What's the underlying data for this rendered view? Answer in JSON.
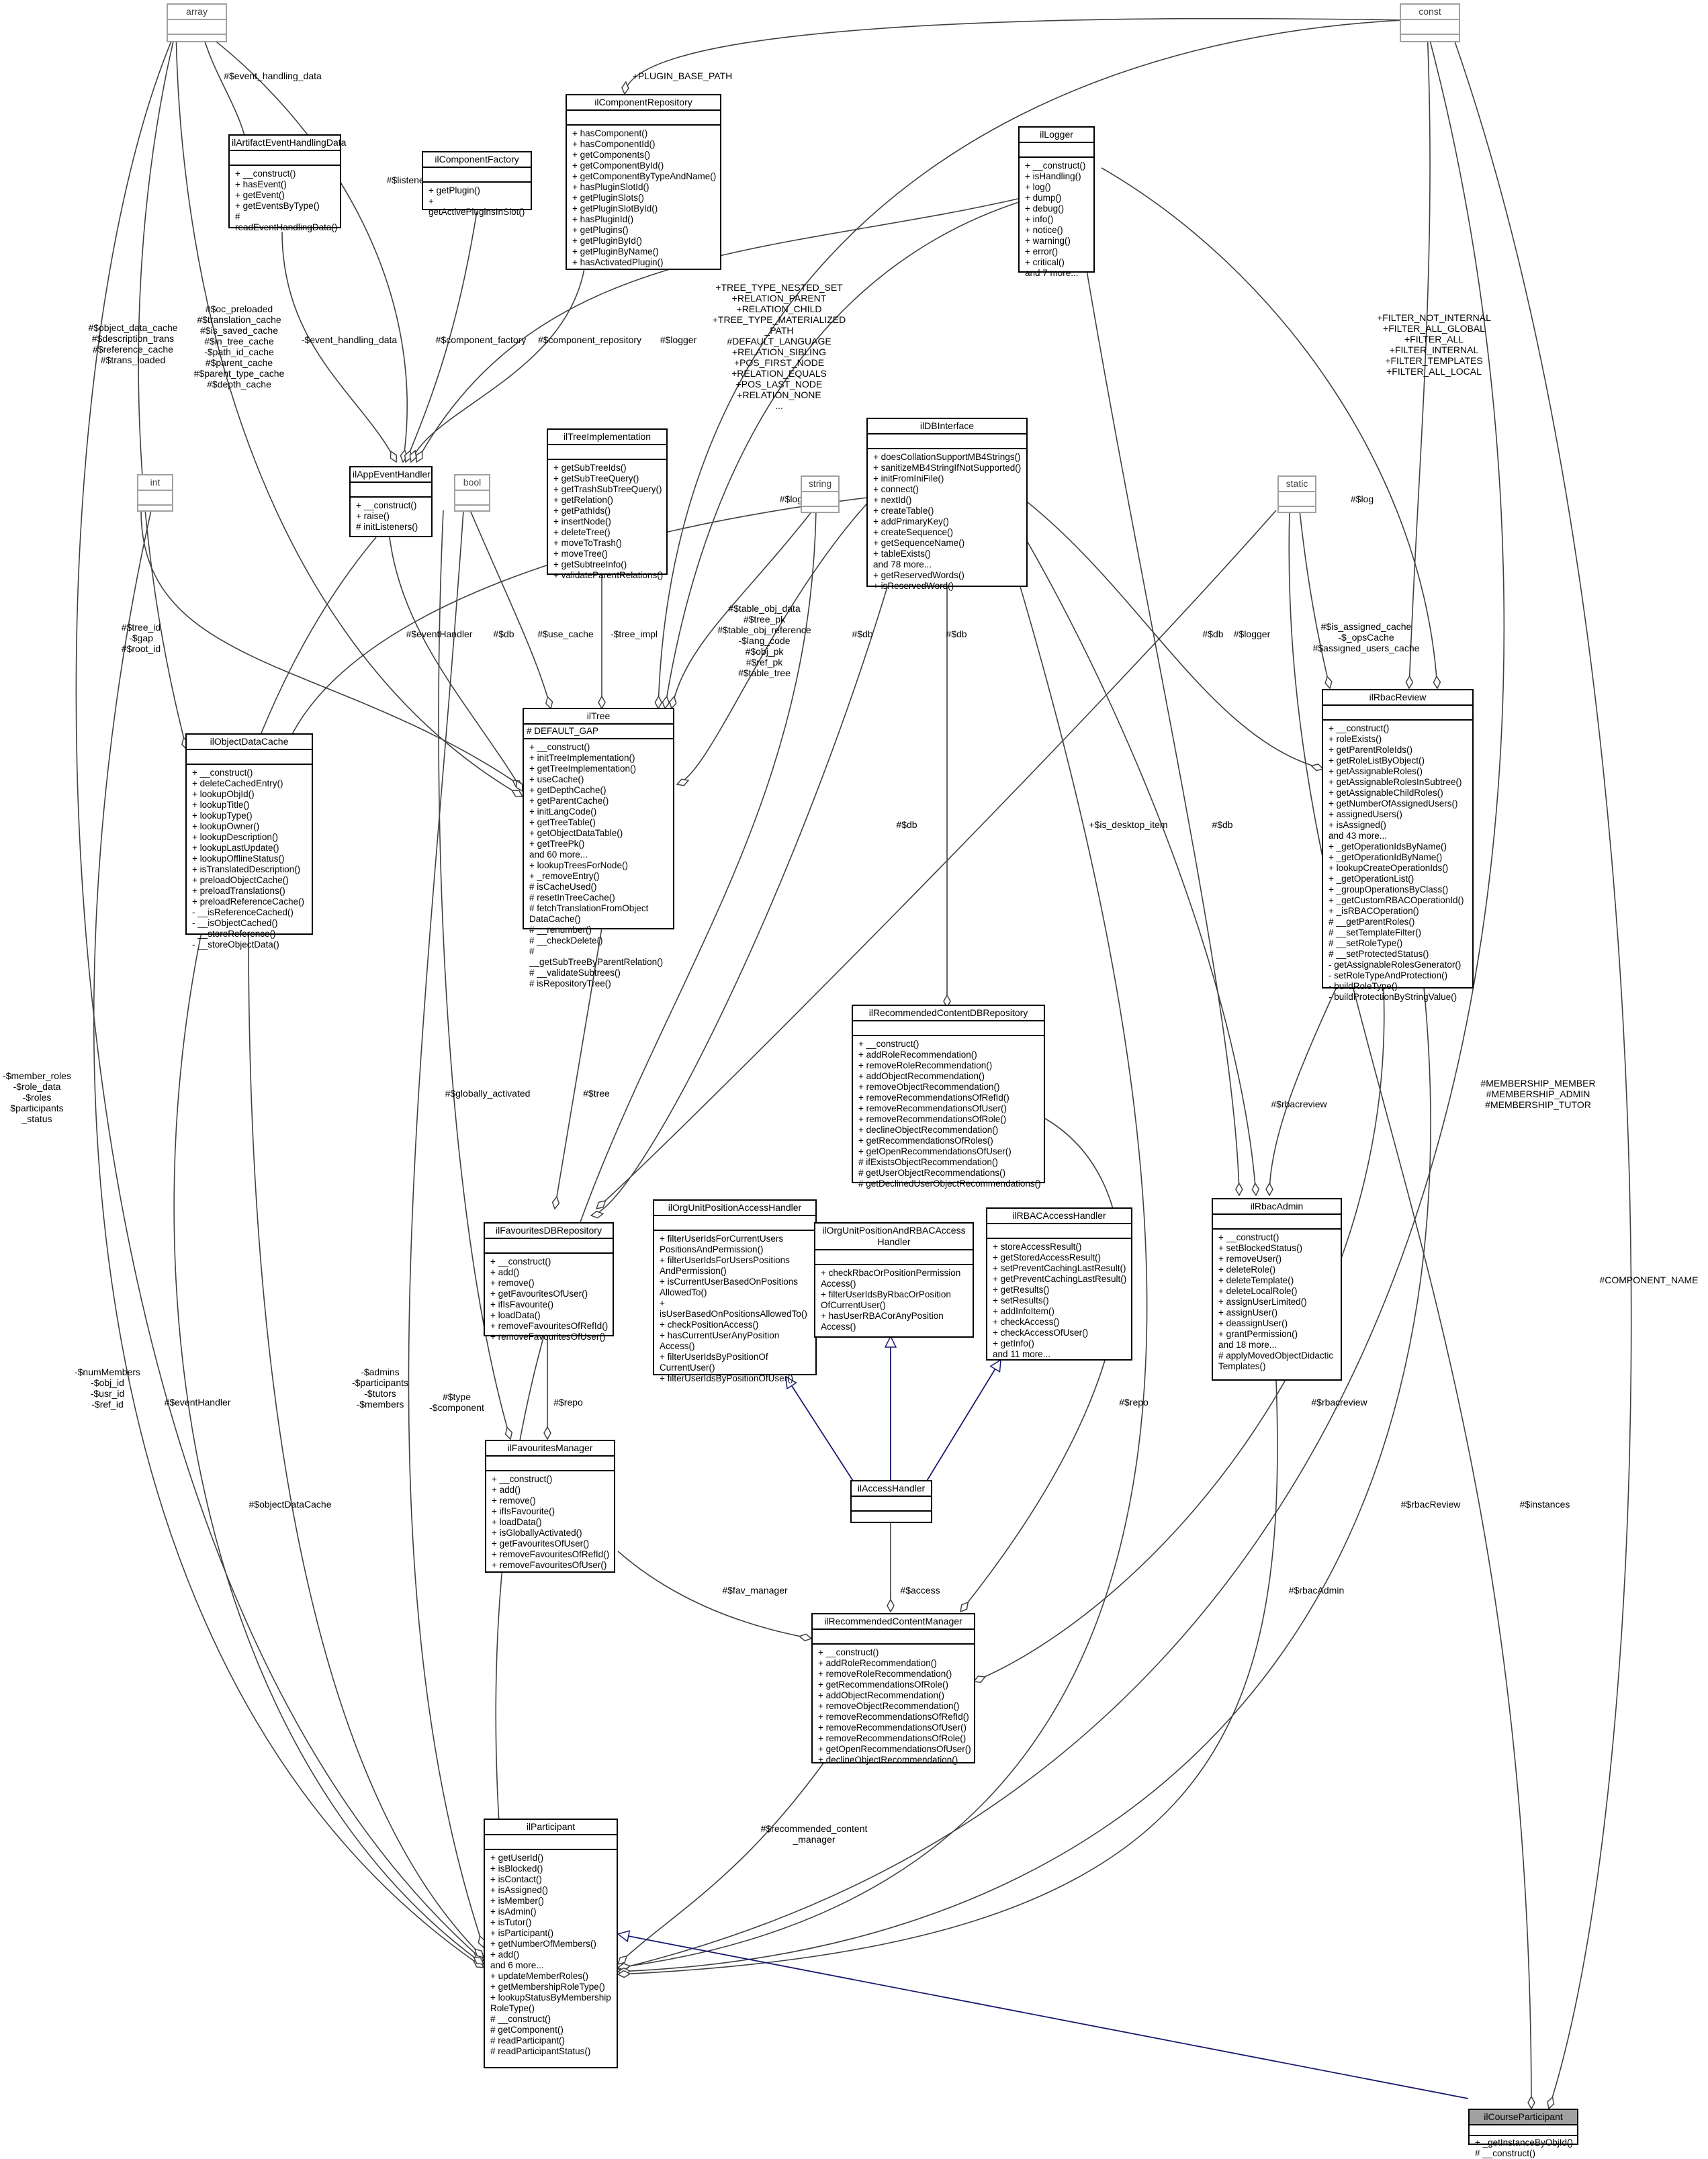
{
  "diagram": {
    "classes": {
      "array": {
        "name": "array",
        "attrs": "",
        "methods": ""
      },
      "const": {
        "name": "const",
        "attrs": "",
        "methods": ""
      },
      "int": {
        "name": "int",
        "attrs": "",
        "methods": ""
      },
      "bool": {
        "name": "bool",
        "attrs": "",
        "methods": ""
      },
      "string": {
        "name": "string",
        "attrs": "",
        "methods": ""
      },
      "static": {
        "name": "static",
        "attrs": "",
        "methods": ""
      },
      "ilArtifactEventHandlingData": {
        "name": "ilArtifactEventHandlingData",
        "attrs": "",
        "methods": "+ __construct()\n+ hasEvent()\n+ getEvent()\n+ getEventsByType()\n# readEventHandlingData()"
      },
      "ilComponentFactory": {
        "name": "ilComponentFactory",
        "attrs": "",
        "methods": "+ getPlugin()\n+ getActivePluginsInSlot()"
      },
      "ilComponentRepository": {
        "name": "ilComponentRepository",
        "attrs": "",
        "methods": "+ hasComponent()\n+ hasComponentId()\n+ getComponents()\n+ getComponentById()\n+ getComponentByTypeAndName()\n+ hasPluginSlotId()\n+ getPluginSlots()\n+ getPluginSlotById()\n+ hasPluginId()\n+ getPlugins()\n+ getPluginById()\n+ getPluginByName()\n+ hasActivatedPlugin()"
      },
      "ilLogger": {
        "name": "ilLogger",
        "attrs": "",
        "methods": "+ __construct()\n+ isHandling()\n+ log()\n+ dump()\n+ debug()\n+ info()\n+ notice()\n+ warning()\n+ error()\n+ critical()\nand 7 more..."
      },
      "ilAppEventHandler": {
        "name": "ilAppEventHandler",
        "attrs": "",
        "methods": "+ __construct()\n+ raise()\n# initListeners()"
      },
      "ilTreeImplementation": {
        "name": "ilTreeImplementation",
        "attrs": "",
        "methods": "+ getSubTreeIds()\n+ getSubTreeQuery()\n+ getTrashSubTreeQuery()\n+ getRelation()\n+ getPathIds()\n+ insertNode()\n+ deleteTree()\n+ moveToTrash()\n+ moveTree()\n+ getSubtreeInfo()\n+ validateParentRelations()"
      },
      "ilDBInterface": {
        "name": "ilDBInterface",
        "attrs": "",
        "methods": "+ doesCollationSupportMB4Strings()\n+ sanitizeMB4StringIfNotSupported()\n+ initFromIniFile()\n+ connect()\n+ nextId()\n+ createTable()\n+ addPrimaryKey()\n+ createSequence()\n+ getSequenceName()\n+ tableExists()\nand 78 more...\n+ getReservedWords()\n+ isReservedWord()"
      },
      "ilObjectDataCache": {
        "name": "ilObjectDataCache",
        "attrs": "",
        "methods": "+ __construct()\n+ deleteCachedEntry()\n+ lookupObjId()\n+ lookupTitle()\n+ lookupType()\n+ lookupOwner()\n+ lookupDescription()\n+ lookupLastUpdate()\n+ lookupOfflineStatus()\n+ isTranslatedDescription()\n+ preloadObjectCache()\n+ preloadTranslations()\n+ preloadReferenceCache()\n- __isReferenceCached()\n- __isObjectCached()\n- __storeReference()\n- __storeObjectData()"
      },
      "ilTree": {
        "name": "ilTree",
        "attrs": "# DEFAULT_GAP",
        "methods": "+ __construct()\n+ initTreeImplementation()\n+ getTreeImplementation()\n+ useCache()\n+ getDepthCache()\n+ getParentCache()\n+ initLangCode()\n+ getTreeTable()\n+ getObjectDataTable()\n+ getTreePk()\nand 60 more...\n+ lookupTreesForNode()\n+ _removeEntry()\n# isCacheUsed()\n# resetInTreeCache()\n# fetchTranslationFromObject\nDataCache()\n# __renumber()\n# __checkDelete()\n# __getSubTreeByParentRelation()\n# __validateSubtrees()\n# isRepositoryTree()"
      },
      "ilRbacReview": {
        "name": "ilRbacReview",
        "attrs": "",
        "methods": "+ __construct()\n+ roleExists()\n+ getParentRoleIds()\n+ getRoleListByObject()\n+ getAssignableRoles()\n+ getAssignableRolesInSubtree()\n+ getAssignableChildRoles()\n+ getNumberOfAssignedUsers()\n+ assignedUsers()\n+ isAssigned()\nand 43 more...\n+ _getOperationIdsByName()\n+ _getOperationIdByName()\n+ lookupCreateOperationIds()\n+ _getOperationList()\n+ _groupOperationsByClass()\n+ _getCustomRBACOperationId()\n+ _isRBACOperation()\n# __getParentRoles()\n# __setTemplateFilter()\n# __setRoleType()\n# __setProtectedStatus()\n- getAssignableRolesGenerator()\n- setRoleTypeAndProtection()\n- buildRoleType()\n- buildProtectionByStringValue()"
      },
      "ilRecommendedContentDBRepository": {
        "name": "ilRecommendedContentDBRepository",
        "attrs": "",
        "methods": "+ __construct()\n+ addRoleRecommendation()\n+ removeRoleRecommendation()\n+ addObjectRecommendation()\n+ removeObjectRecommendation()\n+ removeRecommendationsOfRefId()\n+ removeRecommendationsOfUser()\n+ removeRecommendationsOfRole()\n+ declineObjectRecommendation()\n+ getRecommendationsOfRoles()\n+ getOpenRecommendationsOfUser()\n# ifExistsObjectRecommendation()\n# getUserObjectRecommendations()\n# getDeclinedUserObjectRecommendations()"
      },
      "ilFavouritesDBRepository": {
        "name": "ilFavouritesDBRepository",
        "attrs": "",
        "methods": "+ __construct()\n+ add()\n+ remove()\n+ getFavouritesOfUser()\n+ ifIsFavourite()\n+ loadData()\n+ removeFavouritesOfRefId()\n+ removeFavouritesOfUser()"
      },
      "ilOrgUnitPositionAccessHandler": {
        "name": "ilOrgUnitPositionAccessHandler",
        "attrs": "",
        "methods": "+ filterUserIdsForCurrentUsers\nPositionsAndPermission()\n+ filterUserIdsForUsersPositions\nAndPermission()\n+ isCurrentUserBasedOnPositions\nAllowedTo()\n+ isUserBasedOnPositionsAllowedTo()\n+ checkPositionAccess()\n+ hasCurrentUserAnyPosition\nAccess()\n+ filterUserIdsByPositionOf\nCurrentUser()\n+ filterUserIdsByPositionOfUser()"
      },
      "ilOrgUnitPositionAndRBACAccessHandler": {
        "name": "ilOrgUnitPositionAndRBACAccess\nHandler",
        "attrs": "",
        "methods": "+ checkRbacOrPositionPermission\nAccess()\n+ filterUserIdsByRbacOrPosition\nOfCurrentUser()\n+ hasUserRBACorAnyPosition\nAccess()"
      },
      "ilRBACAccessHandler": {
        "name": "ilRBACAccessHandler",
        "attrs": "",
        "methods": "+ storeAccessResult()\n+ getStoredAccessResult()\n+ setPreventCachingLastResult()\n+ getPreventCachingLastResult()\n+ getResults()\n+ setResults()\n+ addInfoItem()\n+ checkAccess()\n+ checkAccessOfUser()\n+ getInfo()\nand 11 more..."
      },
      "ilRbacAdmin": {
        "name": "ilRbacAdmin",
        "attrs": "",
        "methods": "+ __construct()\n+ setBlockedStatus()\n+ removeUser()\n+ deleteRole()\n+ deleteTemplate()\n+ deleteLocalRole()\n+ assignUserLimited()\n+ assignUser()\n+ deassignUser()\n+ grantPermission()\nand 18 more...\n# applyMovedObjectDidactic\nTemplates()"
      },
      "ilFavouritesManager": {
        "name": "ilFavouritesManager",
        "attrs": "",
        "methods": "+ __construct()\n+ add()\n+ remove()\n+ ifIsFavourite()\n+ loadData()\n+ isGloballyActivated()\n+ getFavouritesOfUser()\n+ removeFavouritesOfRefId()\n+ removeFavouritesOfUser()"
      },
      "ilAccessHandler": {
        "name": "ilAccessHandler",
        "attrs": "",
        "methods": ""
      },
      "ilRecommendedContentManager": {
        "name": "ilRecommendedContentManager",
        "attrs": "",
        "methods": "+ __construct()\n+ addRoleRecommendation()\n+ removeRoleRecommendation()\n+ getRecommendationsOfRole()\n+ addObjectRecommendation()\n+ removeObjectRecommendation()\n+ removeRecommendationsOfRefId()\n+ removeRecommendationsOfUser()\n+ removeRecommendationsOfRole()\n+ getOpenRecommendationsOfUser()\n+ declineObjectRecommendation()"
      },
      "ilParticipant": {
        "name": "ilParticipant",
        "attrs": "",
        "methods": "+ getUserId()\n+ isBlocked()\n+ isContact()\n+ isAssigned()\n+ isMember()\n+ isAdmin()\n+ isTutor()\n+ isParticipant()\n+ getNumberOfMembers()\n+ add()\nand 6 more...\n+ updateMemberRoles()\n+ getMembershipRoleType()\n+ lookupStatusByMembership\nRoleType()\n# __construct()\n# getComponent()\n# readParticipant()\n# readParticipantStatus()"
      },
      "ilCourseParticipant": {
        "name": "ilCourseParticipant",
        "attrs": "",
        "methods": "+ _getInstanceByObjId()\n# __construct()"
      }
    },
    "labels": {
      "plugin_base_path": "+PLUGIN_BASE_PATH",
      "event_handling_data_array": "#$event_handling_data",
      "event_handling_data_private": "-$event_handling_data",
      "listener": "#$listener",
      "component_factory": "#$component_factory",
      "component_repository": "#$component_repository",
      "logger_app": "#$logger",
      "tree_consts": "+TREE_TYPE_NESTED_SET\n+RELATION_PARENT\n+RELATION_CHILD\n+TREE_TYPE_MATERIALIZED\n_PATH\n#DEFAULT_LANGUAGE\n+RELATION_SIBLING\n+POS_FIRST_NODE\n+RELATION_EQUALS\n+POS_LAST_NODE\n+RELATION_NONE\n...",
      "object_cache_arrays": "#$object_data_cache\n#$description_trans\n#$reference_cache\n#$trans_loaded",
      "tree_cache_arrays": "#$oc_preloaded\n#$translation_cache\n#$is_saved_cache\n#$in_tree_cache\n-$path_id_cache\n#$parent_cache\n#$parent_type_cache\n#$depth_cache",
      "filter_consts": "+FILTER_NOT_INTERNAL\n+FILTER_ALL_GLOBAL\n+FILTER_ALL\n+FILTER_INTERNAL\n+FILTER_TEMPLATES\n+FILTER_ALL_LOCAL",
      "logger_tree": "#$logger",
      "log": "#$log",
      "tree_id": "#$tree_id\n-$gap\n#$root_id",
      "event_handler_tree": "#$eventHandler",
      "db_cache": "#$db",
      "use_cache": "#$use_cache",
      "tree_impl": "-$tree_impl",
      "table_strings": "#$table_obj_data\n#$tree_pk\n#$table_obj_reference\n-$lang_code\n#$obj_pk\n#$ref_pk\n#$table_tree",
      "db_tree": "#$db",
      "db_repo": "#$db",
      "db_review": "#$db",
      "logger_admin": "#$logger",
      "assigned_cache": "#$is_assigned_cache\n-$_opsCache\n#$assigned_users_cache",
      "db_fav": "#$db",
      "is_desktop_item": "+$is_desktop_item",
      "db_admin": "#$db",
      "rbacreview_admin": "#$rbacreview",
      "member_roles": "-$member_roles\n-$role_data\n-$roles\n$participants\n_status",
      "globally_activated": "#$globally_activated",
      "tree": "#$tree",
      "membership_consts": "#MEMBERSHIP_MEMBER\n#MEMBERSHIP_ADMIN\n#MEMBERSHIP_TUTOR",
      "component_name": "#COMPONENT_NAME",
      "num_members": "-$numMembers\n-$obj_id\n-$usr_id\n-$ref_id",
      "event_handler_part": "#$eventHandler",
      "admins": "-$admins\n-$participants\n-$tutors\n-$members",
      "type": "#$type\n-$component",
      "repo_fav": "#$repo",
      "repo_rec": "#$repo",
      "db_part": "#$db",
      "rbacreview_rec": "#$rbacreview",
      "object_data_cache": "#$objectDataCache",
      "rbac_review": "#$rbacReview",
      "instances": "#$instances",
      "fav_manager": "#$fav_manager",
      "access": "#$access",
      "rbac_admin": "#$rbacAdmin",
      "recommended_content_manager": "#$recommended_content\n_manager"
    }
  }
}
